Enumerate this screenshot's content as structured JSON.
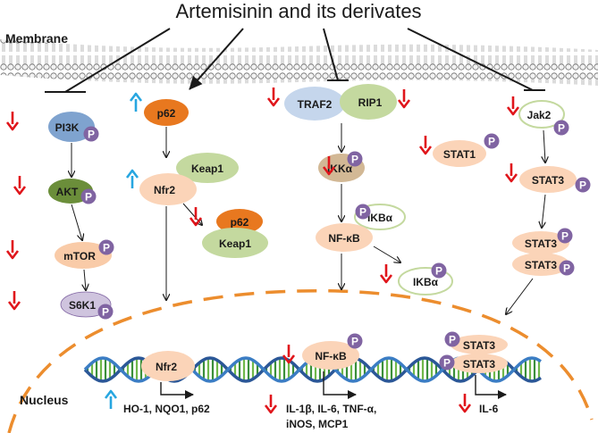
{
  "title": "Artemisinin and its derivates",
  "membrane_label": "Membrane",
  "nucleus_label": "Nucleus",
  "phospho_label": "P",
  "colors": {
    "down_arrow": "#e0151b",
    "up_arrow": "#27a6e0",
    "nucleus_border": "#ec8d2e",
    "phospho": "#8064a2"
  },
  "nodes": {
    "pi3k": "PI3K",
    "akt": "AKT",
    "mtor": "mTOR",
    "s6k1": "S6K1",
    "p62": "p62",
    "keap1": "Keap1",
    "nfr2": "Nfr2",
    "p62_b": "p62",
    "keap1_b": "Keap1",
    "traf2": "TRAF2",
    "rip1": "RIP1",
    "ikka": "IKKα",
    "ikba": "IKBα",
    "nfkb": "NF-κB",
    "ikba_p": "IKBα",
    "stat1": "STAT1",
    "jak2": "Jak2",
    "stat3": "STAT3",
    "stat3_d1": "STAT3",
    "stat3_d2": "STAT3",
    "nuc_nfr2": "Nfr2",
    "nuc_nfkb": "NF-κB",
    "nuc_stat3_1": "STAT3",
    "nuc_stat3_2": "STAT3"
  },
  "targets": {
    "nrf2_genes": "HO-1,  NQO1,  p62",
    "nfkb_line1": "IL-1β,  IL-6,  TNF-α,",
    "nfkb_line2": "iNOS,  MCP1",
    "stat3_genes": "IL-6"
  }
}
